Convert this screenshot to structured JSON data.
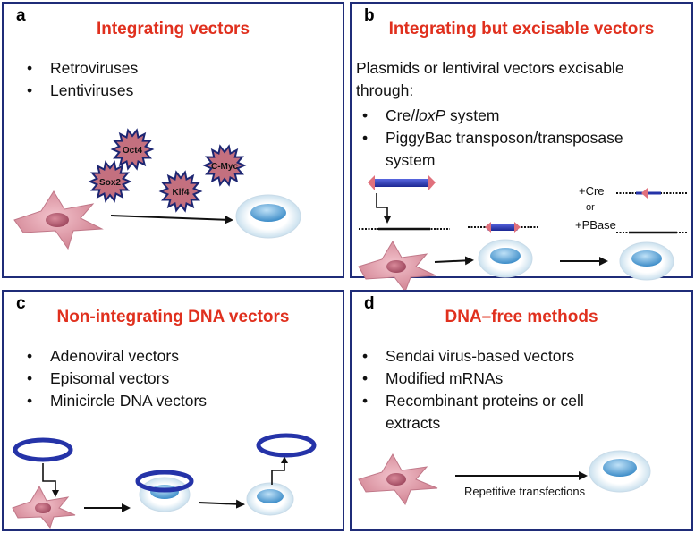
{
  "panel_a": {
    "label": "a",
    "title": "Integrating vectors",
    "bullets": [
      "Retroviruses",
      "Lentiviruses"
    ],
    "factors": [
      "Oct4",
      "Sox2",
      "Klf4",
      "C-Myc"
    ]
  },
  "panel_b": {
    "label": "b",
    "title": "Integrating but excisable vectors",
    "intro_line1": "Plasmids or lentiviral vectors excisable",
    "intro_line2": "through:",
    "bullet1_prefix": "Cre/",
    "bullet1_italic": "loxP",
    "bullet1_suffix": " system",
    "bullet2_line1": "PiggyBac transposon/transposase",
    "bullet2_line2": "system",
    "cre_label": "+Cre",
    "or_label": "or",
    "pbase_label": "+PBase"
  },
  "panel_c": {
    "label": "c",
    "title": "Non-integrating DNA vectors",
    "bullets": [
      "Adenoviral vectors",
      "Episomal vectors",
      "Minicircle DNA vectors"
    ]
  },
  "panel_d": {
    "label": "d",
    "title": "DNA–free methods",
    "bullets": [
      "Sendai virus-based vectors",
      "Modified mRNAs"
    ],
    "bullet3_line1": "Recombinant proteins or cell",
    "bullet3_line2": "extracts",
    "arrow_label": "Repetitive transfections"
  },
  "colors": {
    "panel_border": "#1f2c78",
    "title": "#e0301e",
    "fibroblast": "#d98e9c",
    "ips_nucleus": "#5aa6d8",
    "vector": "#2533a8",
    "factor_fill": "#c4707f",
    "factor_spikes": "#1d2672"
  },
  "icons": [
    "fibroblast-cell-icon",
    "ips-cell-icon",
    "transcription-factor-icon",
    "plasmid-ring-icon",
    "transposon-vector-icon"
  ]
}
